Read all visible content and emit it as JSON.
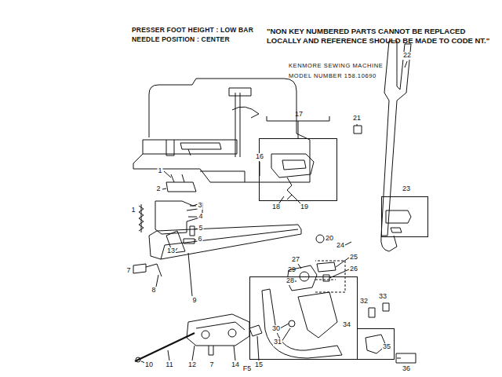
{
  "diagram": {
    "nodes": [
      {
        "text": [
          "17"
        ]
      },
      {
        "text": [
          "23"
        ]
      },
      {
        "text": [
          "29"
        ]
      },
      {
        "text": [
          "34"
        ]
      }
    ],
    "labels": [
      "PRESSER FOOT HEIGHT : LOW BAR",
      "NEEDLE POSITION : CENTER",
      "\"NON KEY NUMBERED PARTS CANNOT BE REPLACED LOCALLY AND REFERENCE SHOULD BE MADE TO CODE NT.\"",
      "KENMORE SEWING MACHINE",
      "MODEL NUMBER 158.10690",
      "1",
      "2",
      "3",
      "4",
      "5",
      "6",
      "1",
      "13",
      "7",
      "8",
      "9",
      "10",
      "11",
      "12",
      "7",
      "14",
      "15",
      "16",
      "18",
      "19",
      "20",
      "21",
      "22",
      "24",
      "25",
      "26",
      "27",
      "28",
      "30",
      "31",
      "32",
      "33",
      "35",
      "36",
      "F5"
    ]
  }
}
